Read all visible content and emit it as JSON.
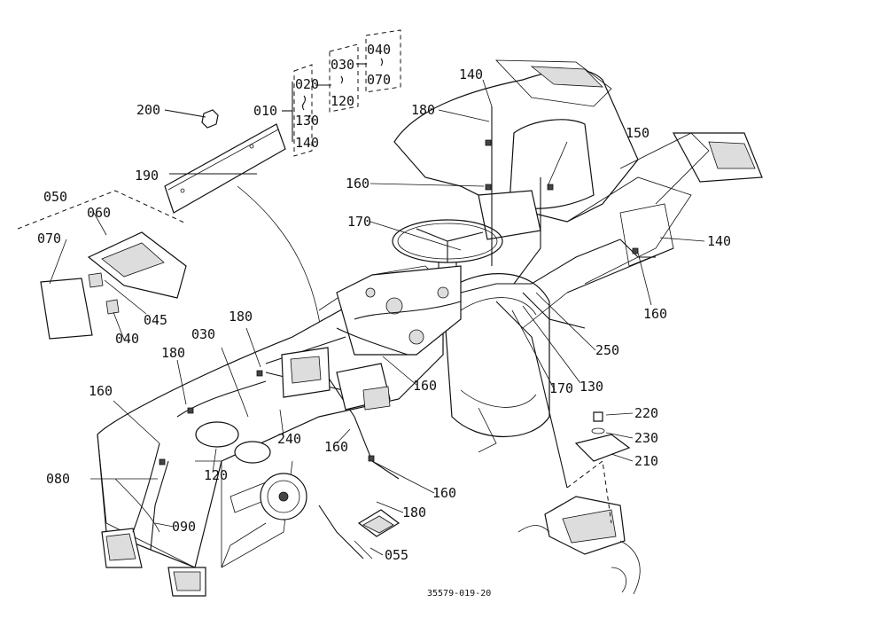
{
  "drawing_number": "35579-019-20",
  "callouts": [
    {
      "id": "c200",
      "text": "200"
    },
    {
      "id": "c190",
      "text": "190"
    },
    {
      "id": "c010",
      "text": "010"
    },
    {
      "id": "c020",
      "text": "020"
    },
    {
      "id": "c130a",
      "text": "130"
    },
    {
      "id": "c140a",
      "text": "140"
    },
    {
      "id": "c030a",
      "text": "030"
    },
    {
      "id": "c120a",
      "text": "120"
    },
    {
      "id": "c040a",
      "text": "040"
    },
    {
      "id": "c070a",
      "text": "070"
    },
    {
      "id": "c140b",
      "text": "140"
    },
    {
      "id": "c180a",
      "text": "180"
    },
    {
      "id": "c150",
      "text": "150"
    },
    {
      "id": "c160a",
      "text": "160"
    },
    {
      "id": "c170a",
      "text": "170"
    },
    {
      "id": "c140c",
      "text": "140"
    },
    {
      "id": "c160b",
      "text": "160"
    },
    {
      "id": "c250",
      "text": "250"
    },
    {
      "id": "c130b",
      "text": "130"
    },
    {
      "id": "c170b",
      "text": "170"
    },
    {
      "id": "c050",
      "text": "050"
    },
    {
      "id": "c060",
      "text": "060"
    },
    {
      "id": "c070b",
      "text": "070"
    },
    {
      "id": "c045",
      "text": "045"
    },
    {
      "id": "c040b",
      "text": "040"
    },
    {
      "id": "c180b",
      "text": "180"
    },
    {
      "id": "c030b",
      "text": "030"
    },
    {
      "id": "c180c",
      "text": "180"
    },
    {
      "id": "c160c",
      "text": "160"
    },
    {
      "id": "c160d",
      "text": "160"
    },
    {
      "id": "c160e",
      "text": "160"
    },
    {
      "id": "c240",
      "text": "240"
    },
    {
      "id": "c120b",
      "text": "120"
    },
    {
      "id": "c080",
      "text": "080"
    },
    {
      "id": "c090",
      "text": "090"
    },
    {
      "id": "c160f",
      "text": "160"
    },
    {
      "id": "c180d",
      "text": "180"
    },
    {
      "id": "c055",
      "text": "055"
    },
    {
      "id": "c220",
      "text": "220"
    },
    {
      "id": "c230",
      "text": "230"
    },
    {
      "id": "c210",
      "text": "210"
    }
  ]
}
